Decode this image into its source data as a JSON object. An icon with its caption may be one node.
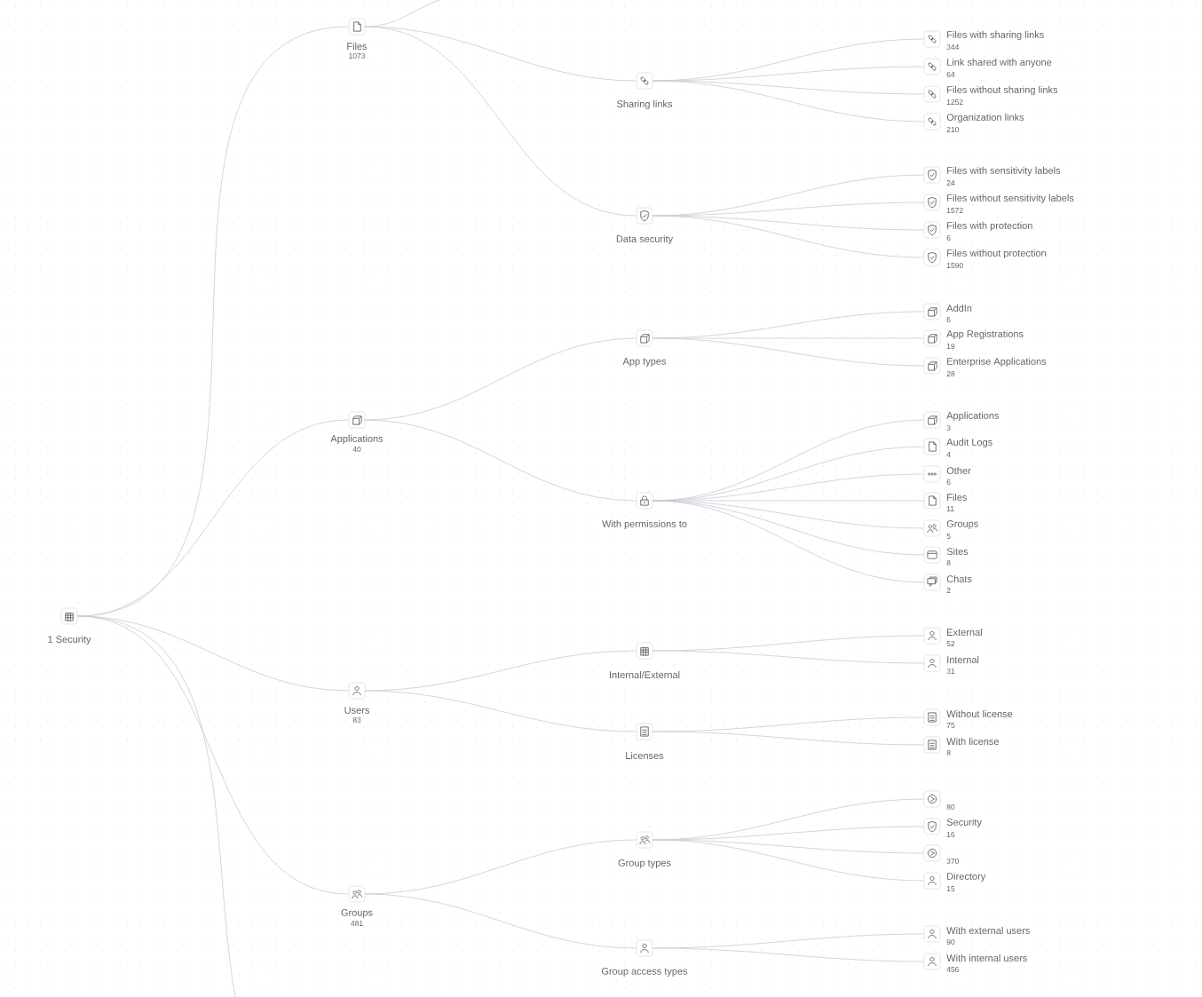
{
  "diagram": {
    "nodes": [
      {
        "text": [
          "1 Security"
        ]
      },
      {
        "text": [
          "Files",
          "1073"
        ]
      },
      {
        "text": [
          "Sharing links"
        ]
      },
      {
        "text": [
          "Files with sharing links",
          "344"
        ]
      },
      {
        "text": [
          "Link shared with anyone",
          "64"
        ]
      },
      {
        "text": [
          "Files without sharing links",
          "1252"
        ]
      },
      {
        "text": [
          "Organization links",
          "210"
        ]
      },
      {
        "text": [
          "Data security"
        ]
      },
      {
        "text": [
          "Files with sensitivity labels",
          "24"
        ]
      },
      {
        "text": [
          "Files without sensitivity labels",
          "1572"
        ]
      },
      {
        "text": [
          "Files with protection",
          "6"
        ]
      },
      {
        "text": [
          "Files without protection",
          "1590"
        ]
      },
      {
        "text": [
          "Applications",
          "40"
        ]
      },
      {
        "text": [
          "App types"
        ]
      },
      {
        "text": [
          "AddIn",
          "6"
        ]
      },
      {
        "text": [
          "App Registrations",
          "19"
        ]
      },
      {
        "text": [
          "Enterprise Applications",
          "28"
        ]
      },
      {
        "text": [
          "With permissions to"
        ]
      },
      {
        "text": [
          "Applications",
          "3"
        ]
      },
      {
        "text": [
          "Audit Logs",
          "4"
        ]
      },
      {
        "text": [
          "Other",
          "6"
        ]
      },
      {
        "text": [
          "Files",
          "11"
        ]
      },
      {
        "text": [
          "Groups",
          "5"
        ]
      },
      {
        "text": [
          "Sites",
          "8"
        ]
      },
      {
        "text": [
          "Chats",
          "2"
        ]
      },
      {
        "text": [
          "Users",
          "83"
        ]
      },
      {
        "text": [
          "Internal/External"
        ]
      },
      {
        "text": [
          "External",
          "52"
        ]
      },
      {
        "text": [
          "Internal",
          "31"
        ]
      },
      {
        "text": [
          "Licenses"
        ]
      },
      {
        "text": [
          "Without license",
          "75"
        ]
      },
      {
        "text": [
          "With license",
          "8"
        ]
      },
      {
        "text": [
          "Groups",
          "481"
        ]
      },
      {
        "text": [
          "Group types"
        ]
      },
      {
        "text": [
          "80"
        ]
      },
      {
        "text": [
          "Security",
          "16"
        ]
      },
      {
        "text": [
          "370"
        ]
      },
      {
        "text": [
          "Directory",
          "15"
        ]
      },
      {
        "text": [
          "Group access types"
        ]
      },
      {
        "text": [
          "With external users",
          "90"
        ]
      },
      {
        "text": [
          "With internal users",
          "456"
        ]
      }
    ],
    "edges": [
      {
        "from": 0,
        "to": 1,
        "arrow": "none"
      },
      {
        "from": 0,
        "to": 12,
        "arrow": "none"
      },
      {
        "from": 0,
        "to": 25,
        "arrow": "none"
      },
      {
        "from": 0,
        "to": 32,
        "arrow": "none"
      },
      {
        "from": 0,
        "to": null,
        "arrow": "none"
      },
      {
        "from": 1,
        "to": null,
        "arrow": "none"
      },
      {
        "from": 1,
        "to": 2,
        "arrow": "none"
      },
      {
        "from": 1,
        "to": 7,
        "arrow": "none"
      },
      {
        "from": 2,
        "to": 3,
        "arrow": "none"
      },
      {
        "from": 2,
        "to": 4,
        "arrow": "none"
      },
      {
        "from": 2,
        "to": 5,
        "arrow": "none"
      },
      {
        "from": 2,
        "to": 6,
        "arrow": "none"
      },
      {
        "from": 7,
        "to": 8,
        "arrow": "none"
      },
      {
        "from": 7,
        "to": 9,
        "arrow": "none"
      },
      {
        "from": 7,
        "to": 10,
        "arrow": "none"
      },
      {
        "from": 7,
        "to": 11,
        "arrow": "none"
      },
      {
        "from": 12,
        "to": 13,
        "arrow": "none"
      },
      {
        "from": 12,
        "to": 17,
        "arrow": "none"
      },
      {
        "from": 13,
        "to": 14,
        "arrow": "none"
      },
      {
        "from": 13,
        "to": 15,
        "arrow": "none"
      },
      {
        "from": 13,
        "to": 16,
        "arrow": "none"
      },
      {
        "from": 17,
        "to": 18,
        "arrow": "none"
      },
      {
        "from": 17,
        "to": 19,
        "arrow": "none"
      },
      {
        "from": 17,
        "to": 20,
        "arrow": "none"
      },
      {
        "from": 17,
        "to": 21,
        "arrow": "none"
      },
      {
        "from": 17,
        "to": 22,
        "arrow": "none"
      },
      {
        "from": 17,
        "to": 23,
        "arrow": "none"
      },
      {
        "from": 17,
        "to": 24,
        "arrow": "none"
      },
      {
        "from": 25,
        "to": 26,
        "arrow": "none"
      },
      {
        "from": 25,
        "to": 29,
        "arrow": "none"
      },
      {
        "from": 26,
        "to": 27,
        "arrow": "none"
      },
      {
        "from": 26,
        "to": 28,
        "arrow": "none"
      },
      {
        "from": 29,
        "to": 30,
        "arrow": "none"
      },
      {
        "from": 29,
        "to": 31,
        "arrow": "none"
      },
      {
        "from": 32,
        "to": 33,
        "arrow": "none"
      },
      {
        "from": 32,
        "to": 38,
        "arrow": "none"
      },
      {
        "from": 33,
        "to": 34,
        "arrow": "none"
      },
      {
        "from": 33,
        "to": 35,
        "arrow": "none"
      },
      {
        "from": 33,
        "to": 36,
        "arrow": "none"
      },
      {
        "from": 33,
        "to": 37,
        "arrow": "none"
      },
      {
        "from": 38,
        "to": 39,
        "arrow": "none"
      },
      {
        "from": 38,
        "to": 40,
        "arrow": "none"
      }
    ]
  }
}
